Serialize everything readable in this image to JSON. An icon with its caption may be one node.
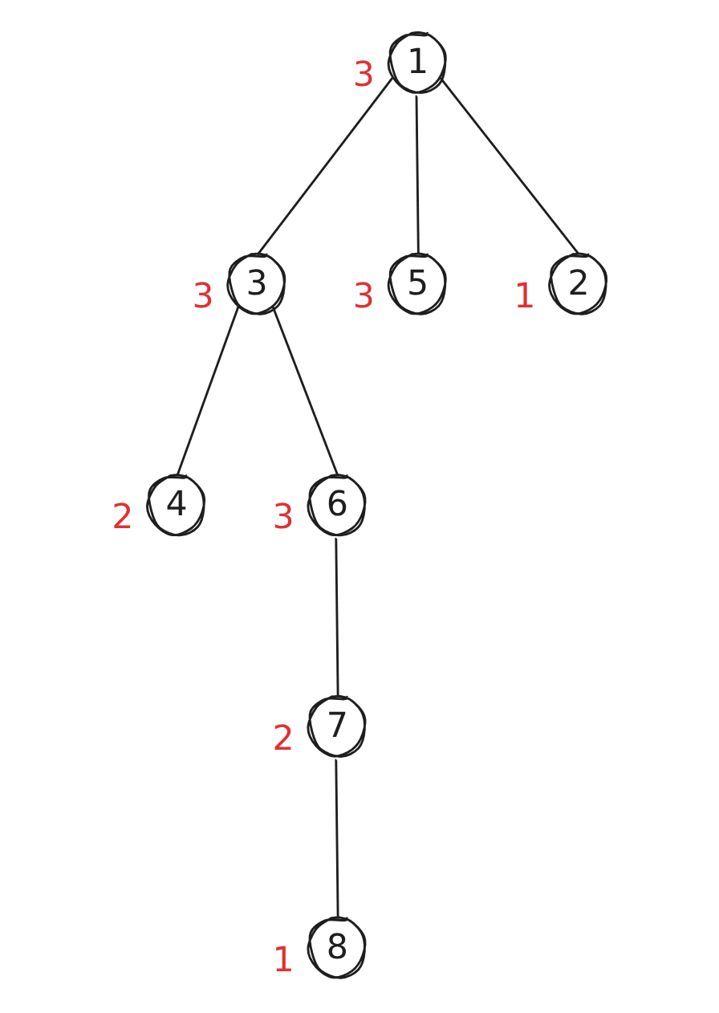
{
  "diagram": {
    "nodes": [
      {
        "text": [
          "1"
        ],
        "beside": [
          "3"
        ]
      },
      {
        "text": [
          "3"
        ],
        "beside": [
          "3"
        ]
      },
      {
        "text": [
          "5"
        ],
        "beside": [
          "3"
        ]
      },
      {
        "text": [
          "2"
        ],
        "beside": [
          "1"
        ]
      },
      {
        "text": [
          "4"
        ],
        "beside": [
          "2"
        ]
      },
      {
        "text": [
          "6"
        ],
        "beside": [
          "3"
        ]
      },
      {
        "text": [
          "7"
        ],
        "beside": [
          "2"
        ]
      },
      {
        "text": [
          "8"
        ],
        "beside": [
          "1"
        ]
      }
    ],
    "edges": [
      {
        "from": 0,
        "to": 1,
        "arrow": "none"
      },
      {
        "from": 0,
        "to": 2,
        "arrow": "none"
      },
      {
        "from": 0,
        "to": 3,
        "arrow": "none"
      },
      {
        "from": 1,
        "to": 4,
        "arrow": "none"
      },
      {
        "from": 1,
        "to": 5,
        "arrow": "none"
      },
      {
        "from": 5,
        "to": 6,
        "arrow": "none"
      },
      {
        "from": 6,
        "to": 7,
        "arrow": "none"
      }
    ]
  }
}
